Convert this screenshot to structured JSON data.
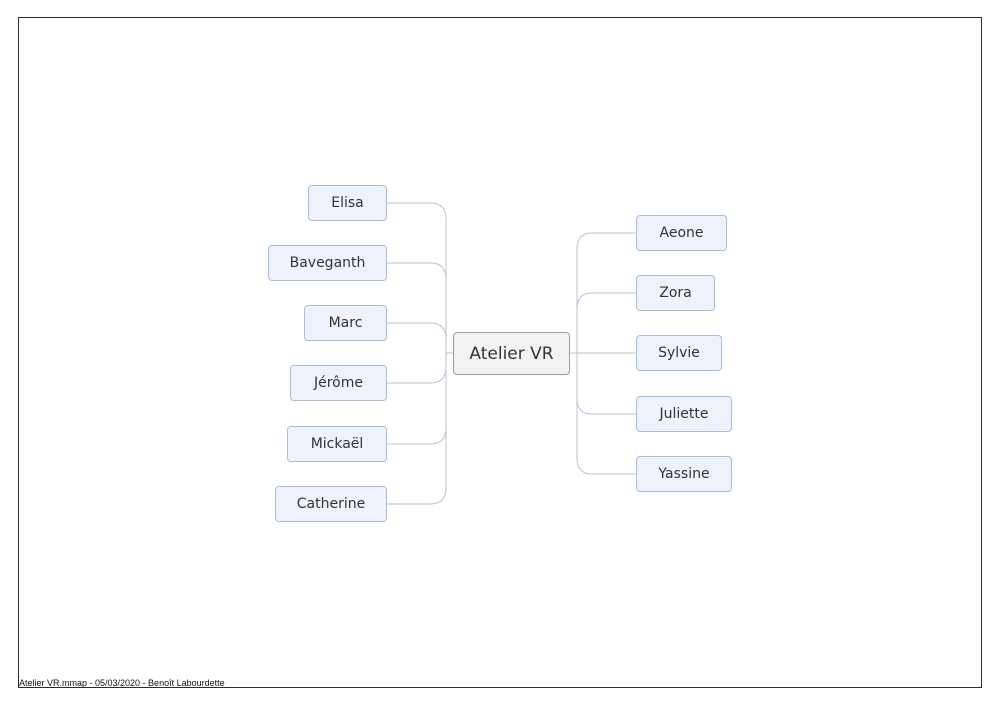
{
  "diagram": {
    "central": "Atelier VR",
    "left_branches": [
      "Elisa",
      "Baveganth",
      "Marc",
      "Jérôme",
      "Mickaël",
      "Catherine"
    ],
    "right_branches": [
      "Aeone",
      "Zora",
      "Sylvie",
      "Juliette",
      "Yassine"
    ],
    "colors": {
      "topic_fill": "#eef3fb",
      "topic_border": "#a9bdd9",
      "central_fill": "#f2f2f2",
      "central_border": "#9d9d9d",
      "connector": "#b9c3cf"
    }
  },
  "footer": {
    "text": "Atelier VR.mmap - 05/03/2020 - Benoît Labourdette"
  }
}
